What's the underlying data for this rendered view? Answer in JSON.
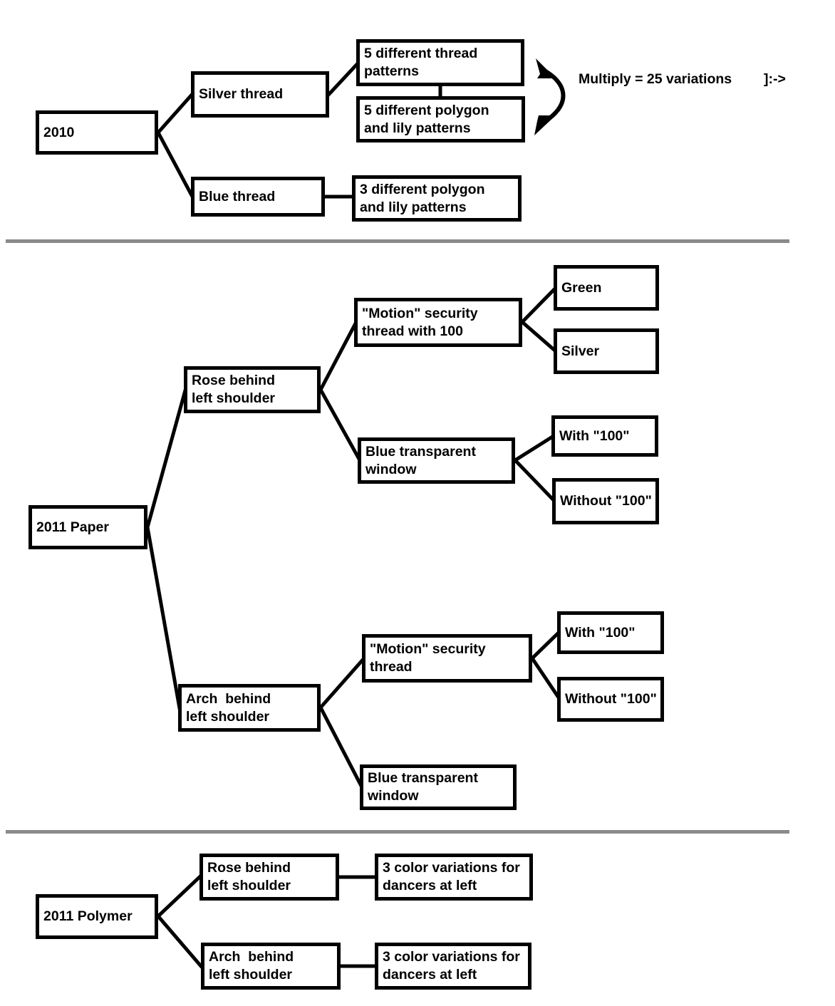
{
  "diagram": {
    "title_text": "",
    "colors": {
      "box_border": "#000000",
      "box_fill": "#ffffff",
      "text": "#000000",
      "divider": "#8a8a8a",
      "edge": "#000000"
    },
    "sections": [
      {
        "id": "section-2010",
        "root": "2010",
        "nodes": [
          {
            "id": "n2010",
            "label": "2010"
          },
          {
            "id": "silver-thread",
            "label": "Silver thread"
          },
          {
            "id": "five-thread-patterns",
            "label": "5 different thread\npatterns"
          },
          {
            "id": "five-polygon-lily",
            "label": "5 different polygon\nand lily patterns"
          },
          {
            "id": "blue-thread",
            "label": "Blue thread"
          },
          {
            "id": "three-polygon-lily",
            "label": "3 different polygon\nand lily patterns"
          }
        ],
        "annotation": {
          "text": "Multiply = 25 variations",
          "trailing": "]:->"
        }
      },
      {
        "id": "section-2011-paper",
        "root": "2011 Paper",
        "nodes": [
          {
            "id": "n2011paper",
            "label": "2011 Paper"
          },
          {
            "id": "rose-behind-left-shoulder",
            "label": "Rose behind\nleft shoulder"
          },
          {
            "id": "motion-thread-with-100",
            "label": "\"Motion\" security\nthread with 100"
          },
          {
            "id": "green",
            "label": "Green"
          },
          {
            "id": "silver",
            "label": "Silver"
          },
          {
            "id": "blue-transparent-window-top",
            "label": "Blue transparent\nwindow"
          },
          {
            "id": "with-100-top",
            "label": "With \"100\""
          },
          {
            "id": "without-100-top",
            "label": "Without \"100\""
          },
          {
            "id": "arch-behind-left-shoulder",
            "label": "Arch  behind\nleft shoulder"
          },
          {
            "id": "motion-thread",
            "label": "\"Motion\" security\nthread"
          },
          {
            "id": "with-100-bottom",
            "label": "With \"100\""
          },
          {
            "id": "without-100-bottom",
            "label": "Without \"100\""
          },
          {
            "id": "blue-transparent-window-bottom",
            "label": "Blue transparent\nwindow"
          }
        ]
      },
      {
        "id": "section-2011-polymer",
        "root": "2011 Polymer",
        "nodes": [
          {
            "id": "n2011polymer",
            "label": "2011 Polymer"
          },
          {
            "id": "poly-rose",
            "label": "Rose behind\nleft shoulder"
          },
          {
            "id": "poly-rose-colors",
            "label": "3 color variations for\ndancers at left"
          },
          {
            "id": "poly-arch",
            "label": "Arch  behind\nleft shoulder"
          },
          {
            "id": "poly-arch-colors",
            "label": "3 color variations for\ndancers at left"
          }
        ]
      }
    ]
  }
}
